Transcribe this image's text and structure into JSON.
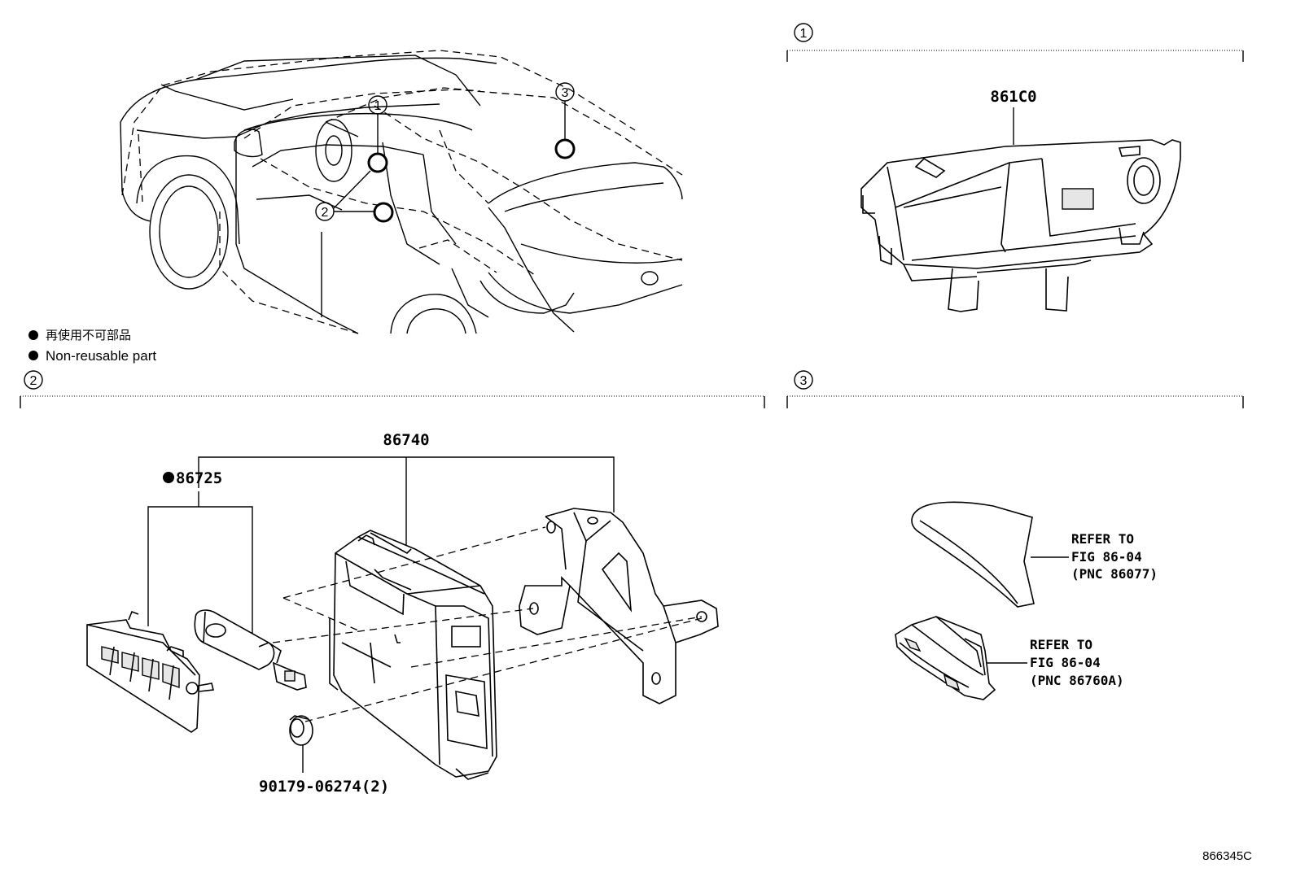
{
  "legend": {
    "jp": "再使用不可部品",
    "en": "Non-reusable part"
  },
  "callouts": {
    "c1": "1",
    "c2": "2",
    "c3": "3"
  },
  "section1": {
    "number": "1",
    "part": "861C0"
  },
  "section2": {
    "number": "2",
    "part_main": "86740",
    "part_nonreusable": "86725",
    "part_clip": "90179-06274(2)"
  },
  "section3": {
    "number": "3",
    "ref1": [
      "REFER TO",
      "FIG 86-04",
      "(PNC 86077)"
    ],
    "ref2": [
      "REFER TO",
      "FIG 86-04",
      "(PNC 86760A)"
    ]
  },
  "figure_id": "866345C"
}
